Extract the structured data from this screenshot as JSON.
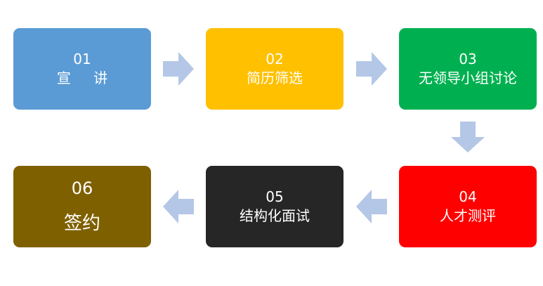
{
  "colors": {
    "step1": "#5B9BD5",
    "step2": "#FFC000",
    "step3": "#00B050",
    "step4": "#FF0000",
    "step5": "#262626",
    "step6": "#7F6000",
    "arrow": "#B4C7E7"
  },
  "steps": [
    {
      "num": "01",
      "label": "宣 讲"
    },
    {
      "num": "02",
      "label": "简历筛选"
    },
    {
      "num": "03",
      "label": "无领导小组讨论"
    },
    {
      "num": "04",
      "label": "人才测评"
    },
    {
      "num": "05",
      "label": "结构化面试"
    },
    {
      "num": "06",
      "label": "签约"
    }
  ]
}
